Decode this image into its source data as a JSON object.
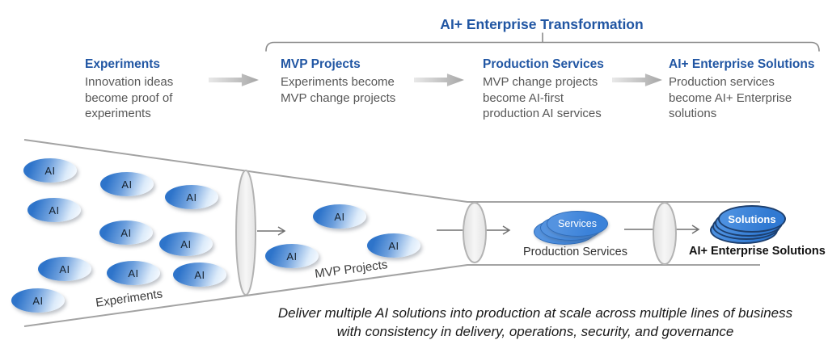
{
  "title": "AI+ Enterprise Transformation",
  "stages": [
    {
      "header": "Experiments",
      "desc": "Innovation ideas\nbecome proof of\nexperiments"
    },
    {
      "header": "MVP Projects",
      "desc": "Experiments become\nMVP change projects"
    },
    {
      "header": "Production Services",
      "desc": "MVP change projects\nbecome AI-first\nproduction AI services"
    },
    {
      "header": "AI+ Enterprise Solutions",
      "desc": "Production services\nbecome AI+ Enterprise\nsolutions"
    }
  ],
  "funnel": {
    "bubble_label": "AI",
    "zone_labels": {
      "experiments": "Experiments",
      "mvp": "MVP Projects",
      "production": "Production Services",
      "solutions": "AI+ Enterprise Solutions"
    },
    "services_stack_label": "Services",
    "solutions_stack_label": "Solutions"
  },
  "caption": {
    "line1": "Deliver multiple AI solutions into production at scale across multiple lines of business",
    "line2": "with consistency in delivery, operations, security, and governance"
  },
  "colors": {
    "heading_blue": "#2156a3",
    "body_gray": "#575757",
    "bubble_blue": "#2e74ca",
    "stack_blue": "#3b82d9",
    "stack_border_navy": "#1d3f6e",
    "funnel_line_gray": "#a3a3a3"
  }
}
